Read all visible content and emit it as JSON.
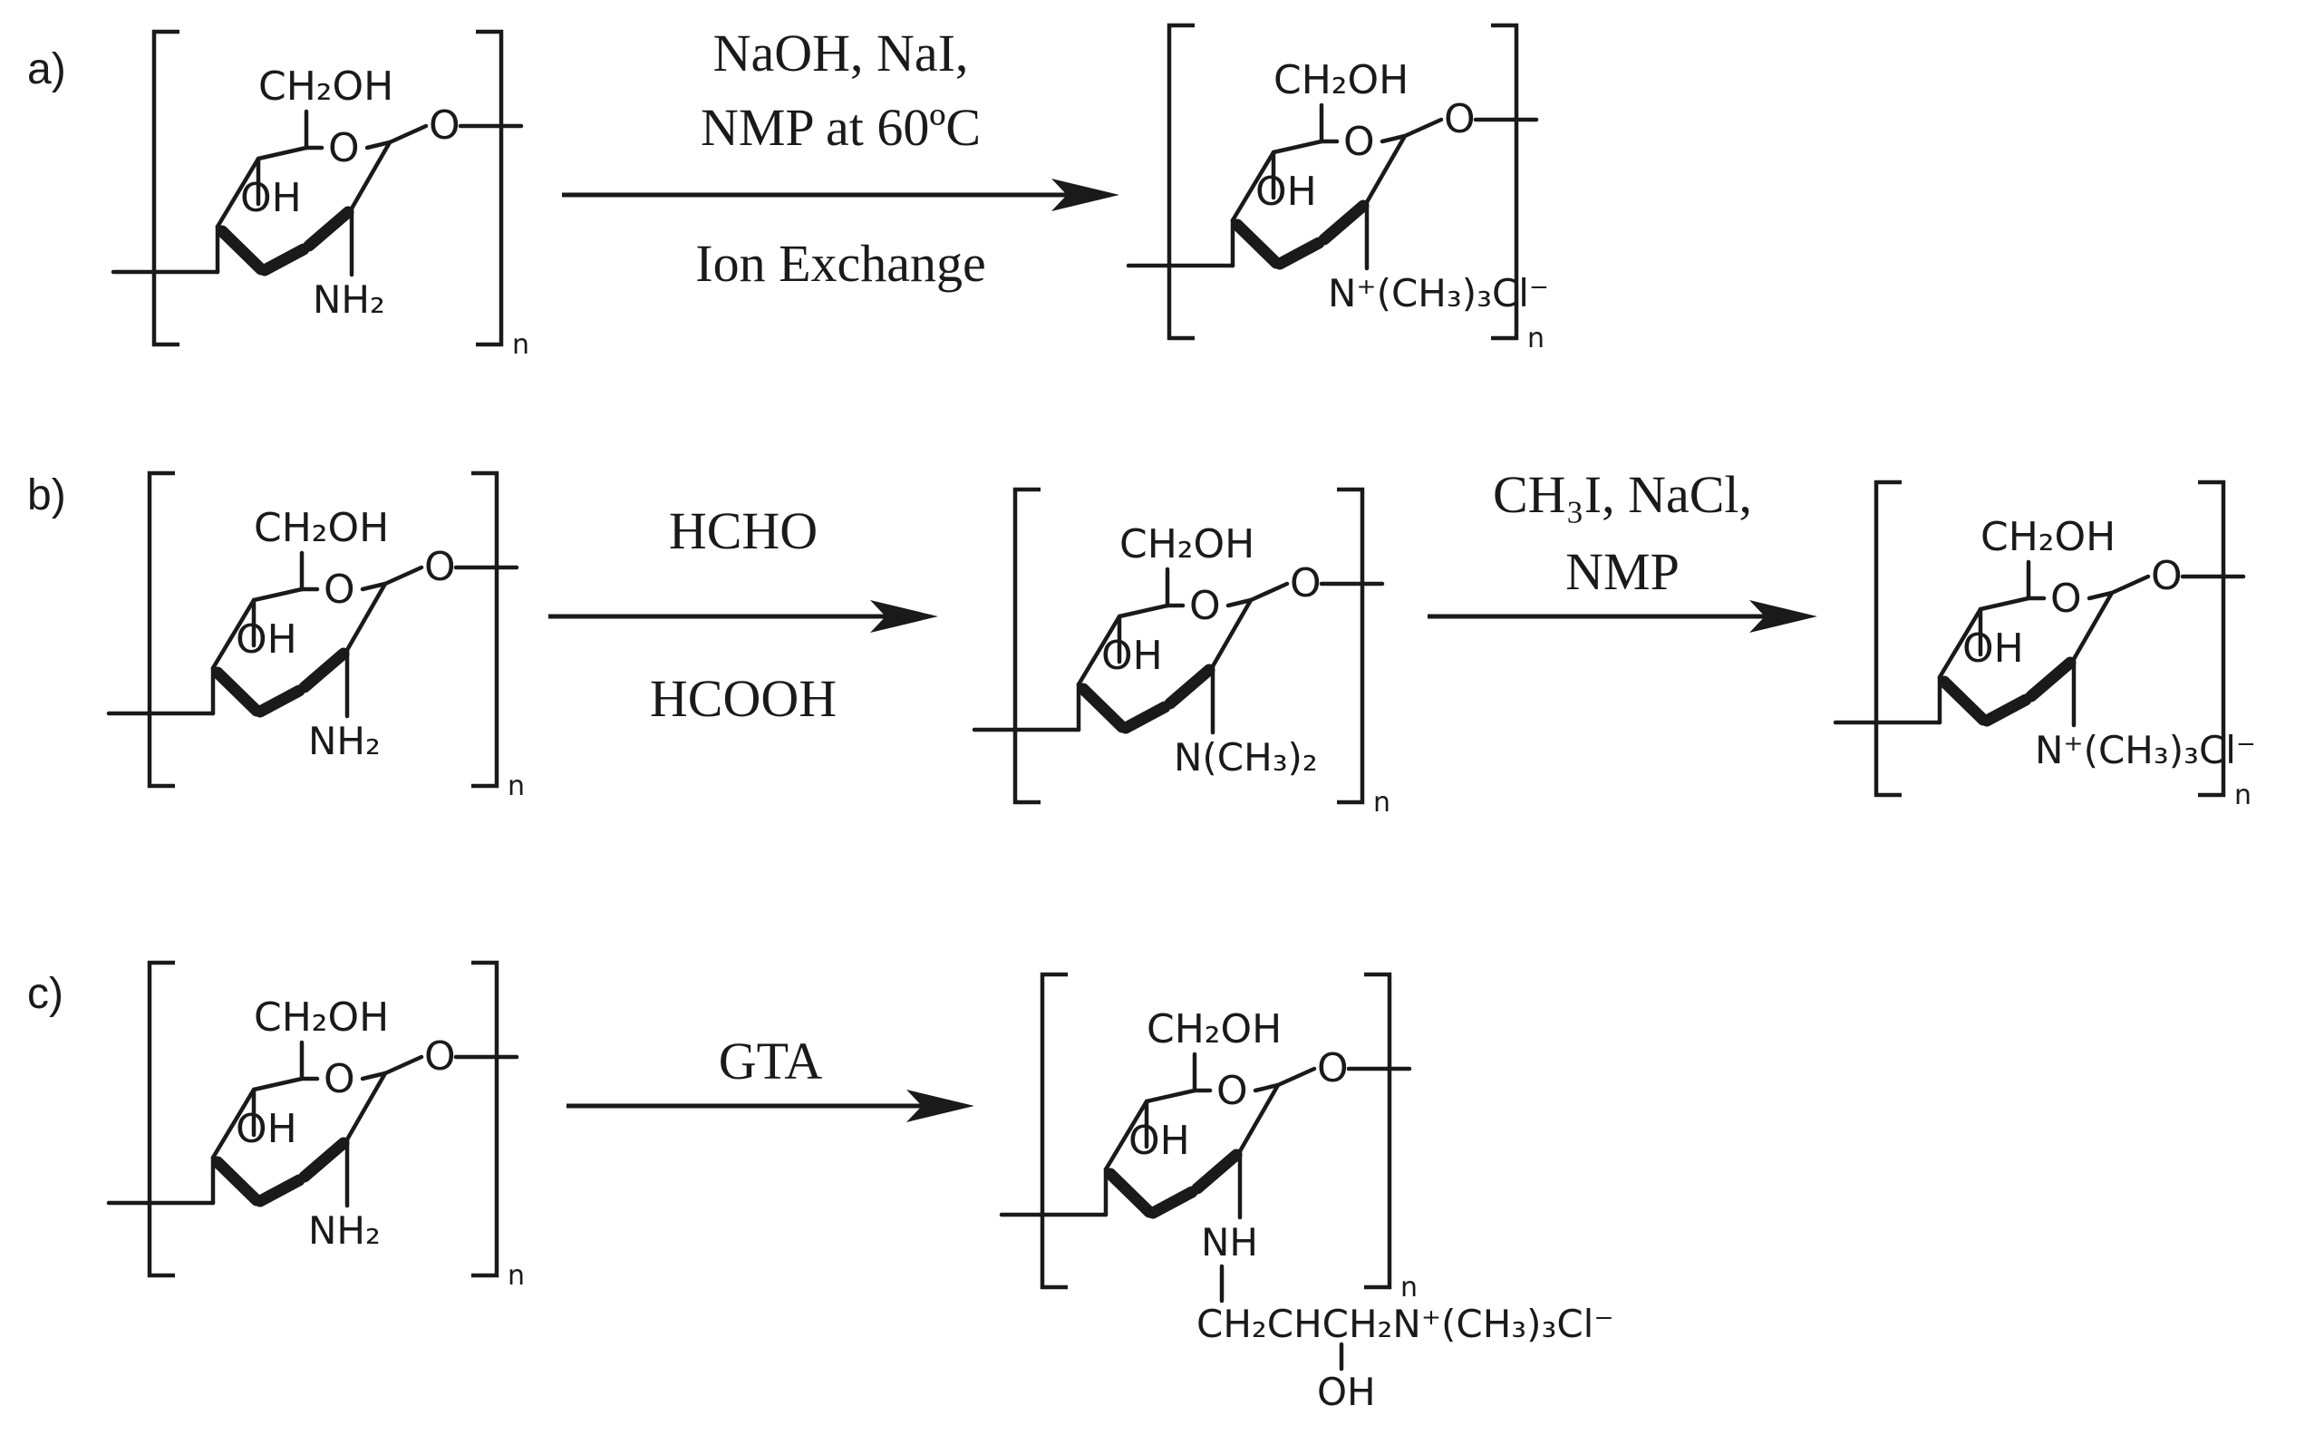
{
  "panels": [
    {
      "letter": "a)",
      "structures": [
        {
          "ch2oh": "CH₂OH",
          "ring_o": "O",
          "link_o": "O",
          "oh": "OH",
          "sub": "NH₂",
          "sub2": null,
          "n": "n"
        },
        {
          "ch2oh": "CH₂OH",
          "ring_o": "O",
          "link_o": "O",
          "oh": "OH",
          "sub": "N⁺(CH₃)₃Cl⁻",
          "sub2": null,
          "n": "n"
        }
      ],
      "arrows": [
        {
          "above": [
            "NaOH, NaI,",
            "NMP at 60ºC"
          ],
          "below": [
            "Ion Exchange"
          ]
        }
      ]
    },
    {
      "letter": "b)",
      "structures": [
        {
          "ch2oh": "CH₂OH",
          "ring_o": "O",
          "link_o": "O",
          "oh": "OH",
          "sub": "NH₂",
          "sub2": null,
          "n": "n"
        },
        {
          "ch2oh": "CH₂OH",
          "ring_o": "O",
          "link_o": "O",
          "oh": "OH",
          "sub": "N(CH₃)₂",
          "sub2": null,
          "n": "n"
        },
        {
          "ch2oh": "CH₂OH",
          "ring_o": "O",
          "link_o": "O",
          "oh": "OH",
          "sub": "N⁺(CH₃)₃Cl⁻",
          "sub2": null,
          "n": "n"
        }
      ],
      "arrows": [
        {
          "above": [
            "HCHO"
          ],
          "below": [
            "HCOOH"
          ]
        },
        {
          "above": [
            "CH₃I, NaCl,",
            "NMP"
          ],
          "below": []
        }
      ]
    },
    {
      "letter": "c)",
      "structures": [
        {
          "ch2oh": "CH₂OH",
          "ring_o": "O",
          "link_o": "O",
          "oh": "OH",
          "sub": "NH₂",
          "sub2": null,
          "n": "n"
        },
        {
          "ch2oh": "CH₂OH",
          "ring_o": "O",
          "link_o": "O",
          "oh": "OH",
          "sub": "NH",
          "sub2": [
            "CH₂CHCH₂N⁺(CH₃)₃Cl⁻",
            "OH"
          ],
          "n": "n"
        }
      ],
      "arrows": [
        {
          "above": [
            "GTA"
          ],
          "below": []
        }
      ]
    }
  ]
}
